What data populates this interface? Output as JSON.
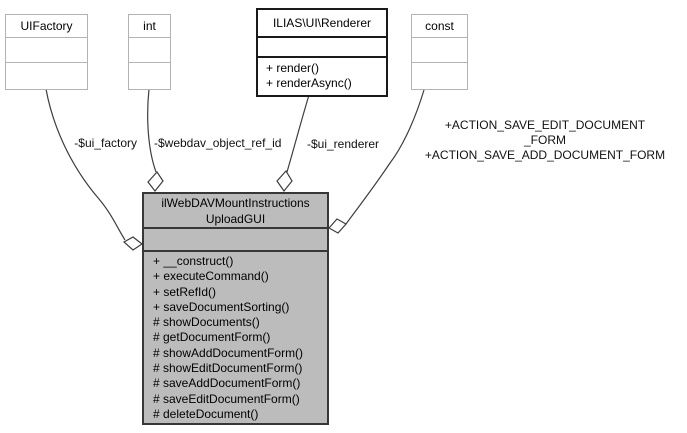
{
  "diagram": {
    "nodes": {
      "uifactory": {
        "title": "UIFactory"
      },
      "int": {
        "title": "int"
      },
      "renderer": {
        "title": "ILIAS\\UI\\Renderer",
        "methods": [
          "+ render()",
          "+ renderAsync()"
        ]
      },
      "const": {
        "title": "const"
      },
      "main": {
        "title_lines": [
          "ilWebDAVMountInstructions",
          "UploadGUI"
        ],
        "methods": [
          "+ __construct()",
          "+ executeCommand()",
          "+ setRefId()",
          "+ saveDocumentSorting()",
          "# showDocuments()",
          "# getDocumentForm()",
          "# showAddDocumentForm()",
          "# showEditDocumentForm()",
          "# saveAddDocumentForm()",
          "# saveEditDocumentForm()",
          "# deleteDocument()"
        ]
      }
    },
    "edge_labels": {
      "ui_factory": "-$ui_factory",
      "webdav_object_ref_id": "-$webdav_object_ref_id",
      "ui_renderer": "-$ui_renderer",
      "const_lines": [
        "+ACTION_SAVE_EDIT_DOCUMENT",
        "_FORM",
        "+ACTION_SAVE_ADD_DOCUMENT_FORM"
      ]
    },
    "colors": {
      "background": "#ffffff",
      "main_node_fill": "#bcbcbc",
      "light_node_border": "#b3b3b3",
      "dark_node_border": "#1a1a1a",
      "edge_stroke": "#3d3d3d",
      "text": "#000000"
    }
  }
}
